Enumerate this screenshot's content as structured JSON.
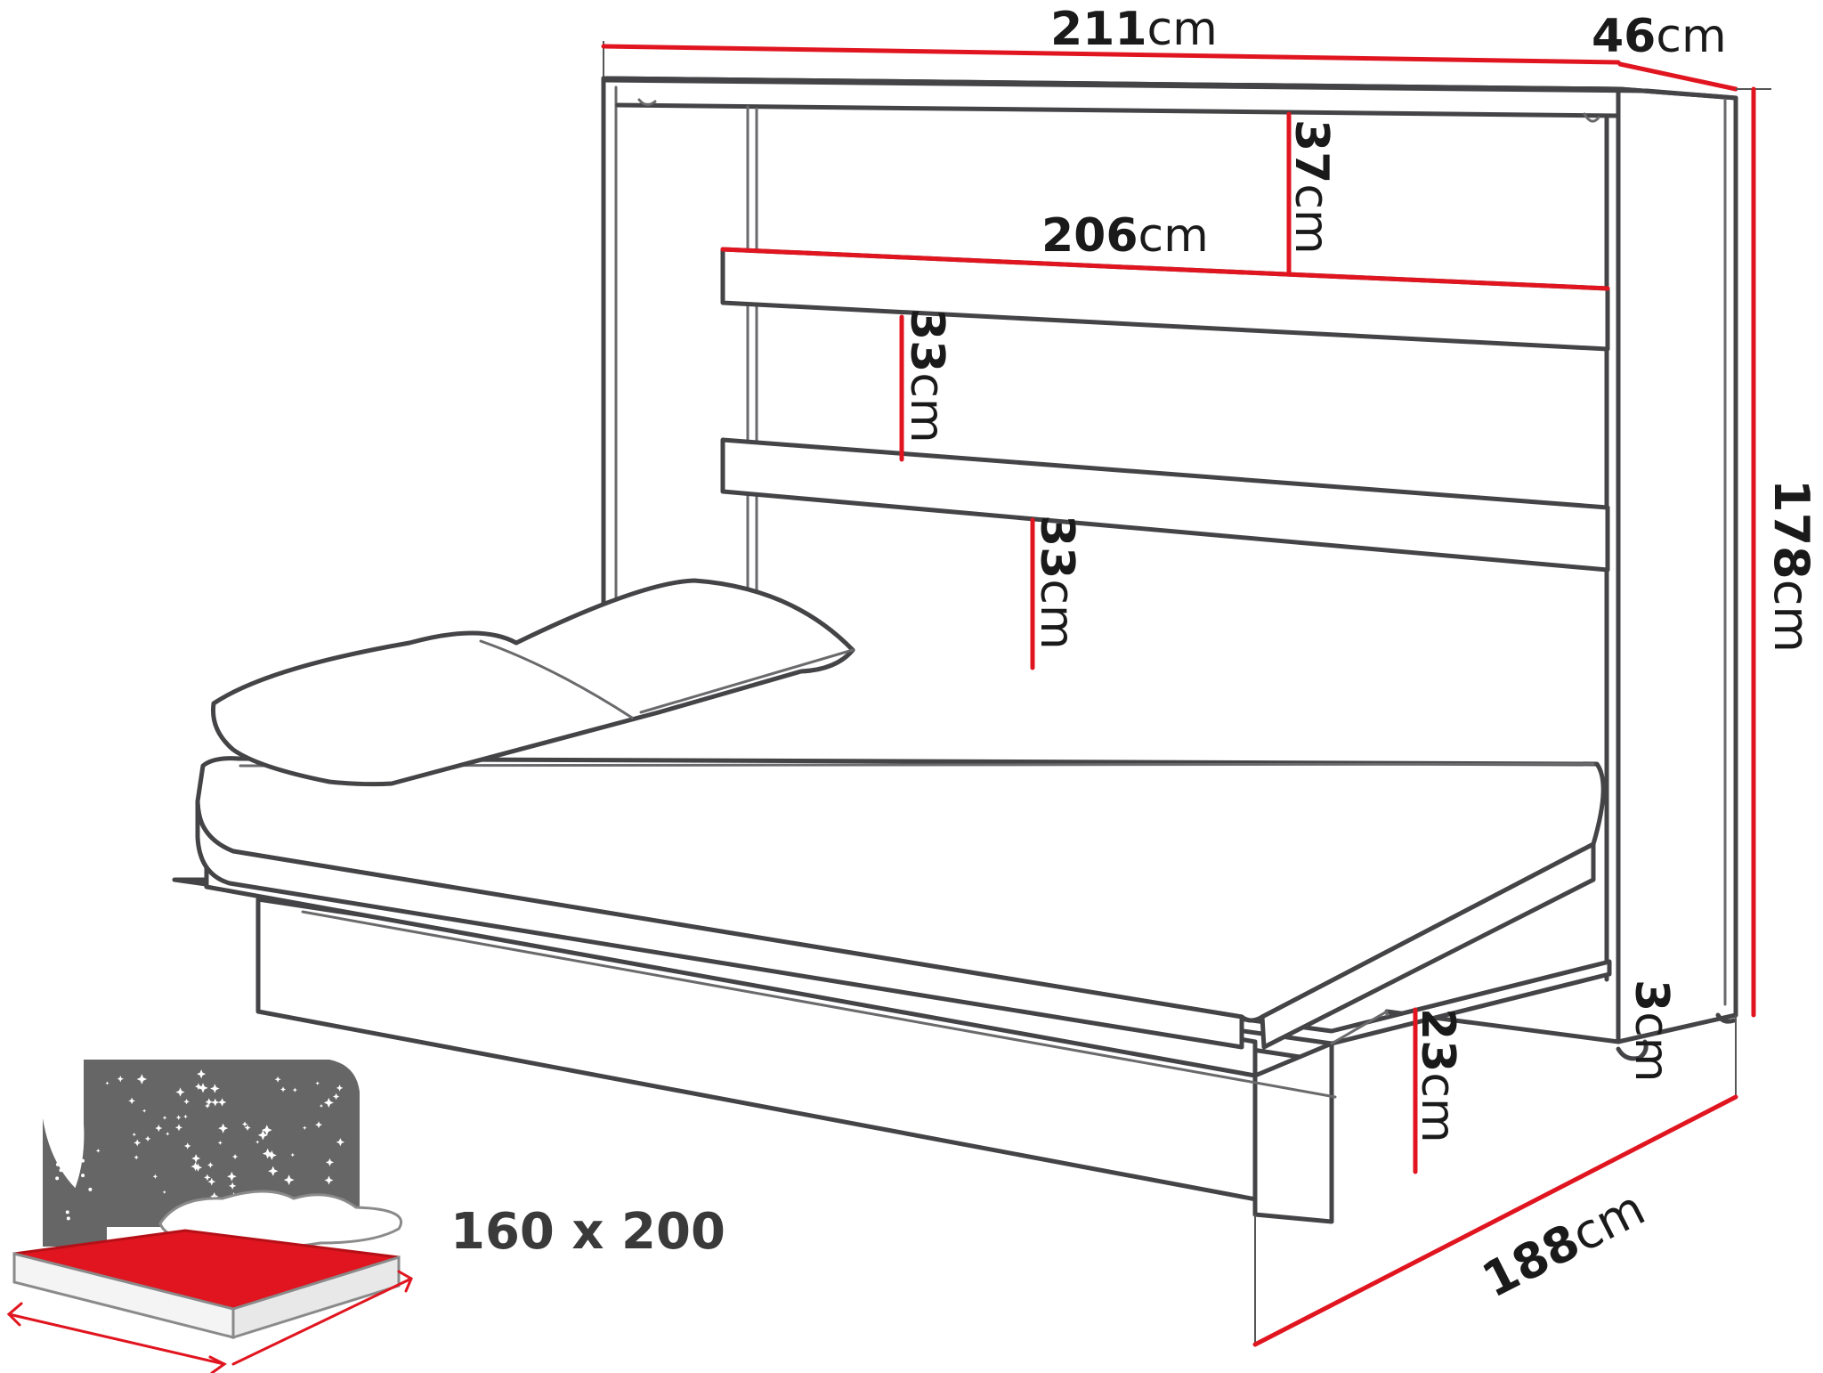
{
  "unit": "cm",
  "dimensions": {
    "total_width": "211",
    "depth": "46",
    "shelf_width": "206",
    "gap_top": "37",
    "gap_middle": "33",
    "gap_lower": "33",
    "total_height": "178",
    "bed_length": "188",
    "leg_height": "23",
    "plinth": "3"
  },
  "mattress_size": "160 x 200",
  "colors": {
    "dimension_line": "#e0151f",
    "outline": "#444447",
    "icon_bg": "#666666"
  },
  "icons": {
    "mattress": "mattress-icon",
    "stars": "star-pattern"
  }
}
